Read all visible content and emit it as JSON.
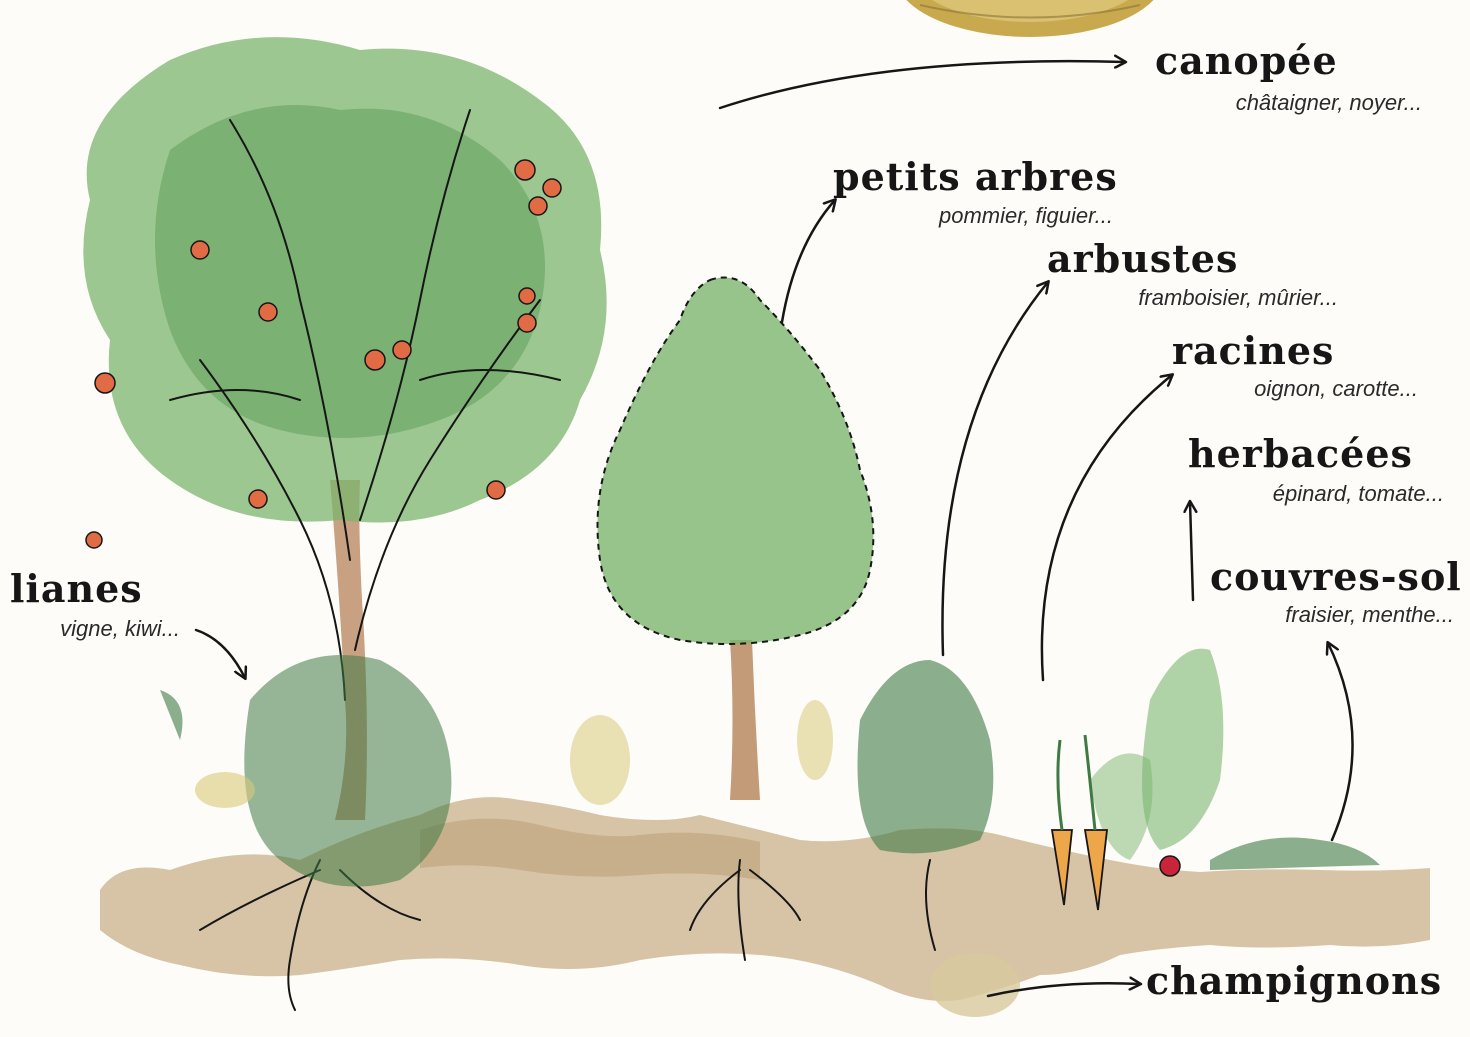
{
  "layers": {
    "canopee": {
      "title": "canopée",
      "examples": "châtaigner, noyer..."
    },
    "petits_arbres": {
      "title": "petits arbres",
      "examples": "pommier, figuier..."
    },
    "arbustes": {
      "title": "arbustes",
      "examples": "framboisier, mûrier..."
    },
    "racines": {
      "title": "racines",
      "examples": "oignon, carotte..."
    },
    "herbacees": {
      "title": "herbacées",
      "examples": "épinard, tomate..."
    },
    "couvres_sol": {
      "title": "couvres-sol",
      "examples": "fraisier, menthe..."
    },
    "lianes": {
      "title": "lianes",
      "examples": "vigne, kiwi..."
    },
    "champignons": {
      "title": "champignons"
    }
  },
  "colors": {
    "ink": "#161616",
    "foliage": "#7cb56f",
    "foliage_dark": "#3f7a45",
    "fruit": "#e06b45",
    "trunk": "#b98a63",
    "soil": "#c9b089",
    "carrot": "#eea64a",
    "beet": "#c8243a",
    "bowl": "#c9a94e"
  }
}
